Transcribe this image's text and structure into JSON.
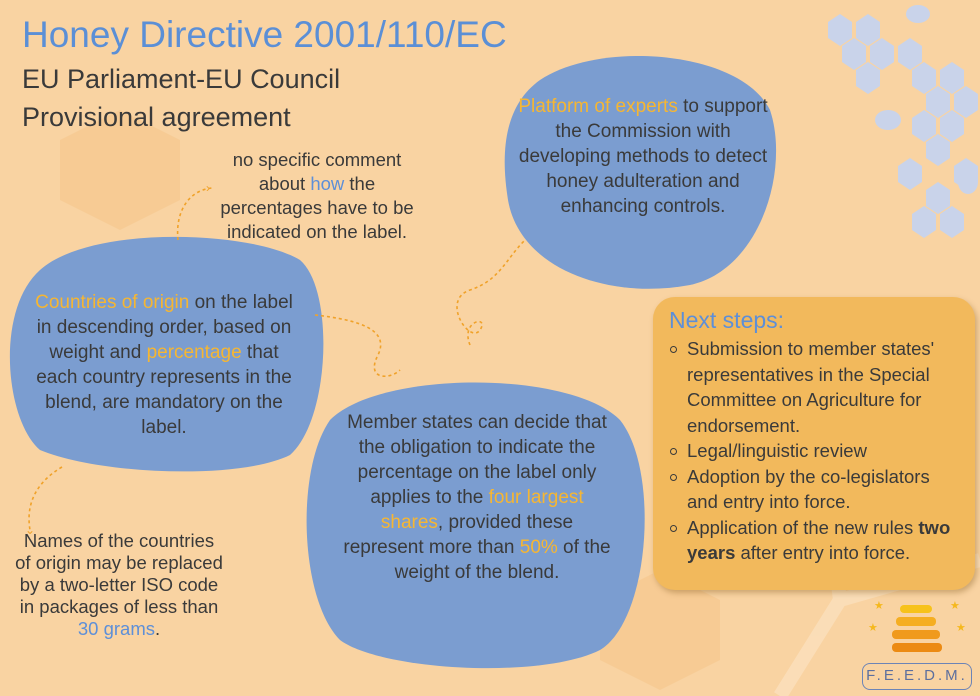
{
  "header": {
    "title": "Honey Directive 2001/110/EC",
    "subtitle_line1": "EU Parliament-EU Council",
    "subtitle_line2": "Provisional agreement"
  },
  "top_note": {
    "before": "no specific comment about ",
    "highlight": "how",
    "after": " the percentages have to be indicated on the label."
  },
  "left_bubble": {
    "h1": "Countries of origin",
    "t1": " on the label in descending order, based on weight and ",
    "h2": "percentage",
    "t2": " that each country represents in the blend, are mandatory on the label."
  },
  "bottom_note": {
    "before": "Names of the countries of origin may be replaced by a two-letter ISO code in packages of less than ",
    "highlight": "30 grams",
    "after": "."
  },
  "center_bubble": {
    "t1": "Member states can decide that the obligation to indicate the percentage on the label only applies to the ",
    "h1": "four largest shares",
    "t2": ", provided these represent more than ",
    "h2": "50%",
    "t3": " of the weight of the blend."
  },
  "right_bubble": {
    "h1": "Platform of experts",
    "t1": " to support the Commission with developing methods to detect honey adulteration and enhancing controls."
  },
  "next_steps": {
    "title": "Next steps:",
    "items": [
      "Submission to member states' representatives in the Special Committee on Agriculture for endorsement.",
      "Legal/linguistic review",
      "Adoption by the co-legislators and entry into force."
    ],
    "last_bold": "two years",
    "last_before": "Application of the new rules ",
    "last_after": " after entry into force."
  },
  "logo": {
    "text": "F.E.E.D.M."
  },
  "colors": {
    "background": "#f9d3a2",
    "bubble": "#7b9dd0",
    "highlight": "#f6b632",
    "title": "#5b8fd6",
    "panel": "#f2b95c"
  }
}
